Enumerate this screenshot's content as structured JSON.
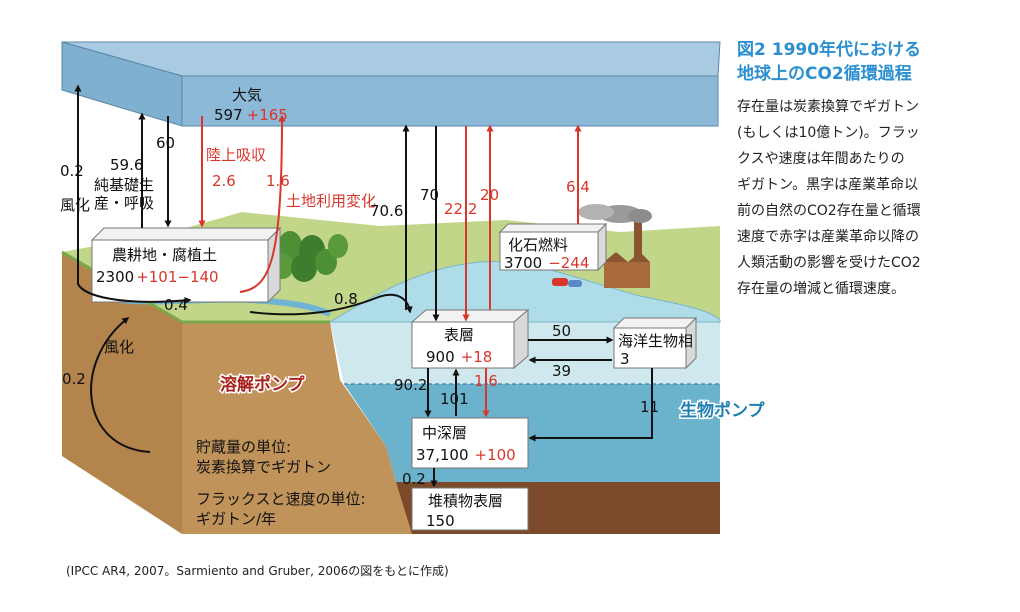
{
  "figure": {
    "title": "図2 1990年代における\n地球上のCO2循環過程",
    "description": "存在量は炭素換算でギガトン\n(もしくは10億トン)。フラッ\nクスや速度は年間あたりの\nギガトン。黒字は産業革命以\n前の自然のCO2存在量と循環\n速度で赤字は産業革命以降の\n人類活動の影響を受けたCO2\n存在量の増減と循環速度。",
    "source": "(IPCC AR4, 2007。Sarmiento and Gruber, 2006の図をもとに作成)"
  },
  "reservoirs": {
    "atmosphere": {
      "name": "大気",
      "value": "597",
      "change": "+165"
    },
    "land": {
      "name": "農耕地・腐植土",
      "value": "2300",
      "change": "+101−140"
    },
    "fossil": {
      "name": "化石燃料",
      "value": "3700",
      "change": "−244"
    },
    "surface": {
      "name": "表層",
      "value": "900",
      "change": "+18"
    },
    "biota": {
      "name": "海洋生物相",
      "value": "3",
      "change": ""
    },
    "deep": {
      "name": "中深層",
      "value": "37,100",
      "change": "+100"
    },
    "sediment": {
      "name": "堆積物表層",
      "value": "150",
      "change": ""
    }
  },
  "fluxes": {
    "weathering_left": {
      "value": "0.2",
      "label": "風化"
    },
    "photosynthesis": {
      "value": "59.6",
      "label": "純基礎生\n産・呼吸"
    },
    "respiration": {
      "value": "60"
    },
    "land_uptake": {
      "value": "2.6",
      "label": "陸上吸収"
    },
    "land_use": {
      "value": "1.6",
      "label": "土地利用変化"
    },
    "ocean_up": {
      "value": "70.6"
    },
    "ocean_down": {
      "value": "70"
    },
    "ocean_uptake": {
      "value": "22.2"
    },
    "ocean_release": {
      "value": "20"
    },
    "fossil_emission": {
      "value": "6.4"
    },
    "river_land": {
      "value": "0.4"
    },
    "river_ocean": {
      "value": "0.8"
    },
    "weathering_rock": {
      "value": "0.2",
      "label": "風化"
    },
    "bio_up": {
      "value": "50"
    },
    "bio_down": {
      "value": "39"
    },
    "bio_deep": {
      "value": "11"
    },
    "downwelling": {
      "value": "90.2"
    },
    "upwelling": {
      "value": "101"
    },
    "anthro_down": {
      "value": "1.6"
    },
    "sedimentation": {
      "value": "0.2"
    }
  },
  "pumps": {
    "solubility": "溶解ポンプ",
    "biological": "生物ポンプ"
  },
  "units": {
    "stock_label": "貯蔵量の単位:",
    "stock_value": "炭素換算でギガトン",
    "flux_label": "フラックスと速度の単位:",
    "flux_value": "ギガトン/年"
  },
  "colors": {
    "atmosphere": "#8fb9d6",
    "anthropogenic": "#d9362b",
    "natural": "#111111",
    "surface_ocean": "#cfe8ee",
    "deep_ocean": "#6bb3cc",
    "soil": "#b98a4e",
    "sediment": "#7a4a2a",
    "pump_red": "#a8221c",
    "pump_blue": "#1e7fb0",
    "title_blue": "#2c8fd0"
  }
}
